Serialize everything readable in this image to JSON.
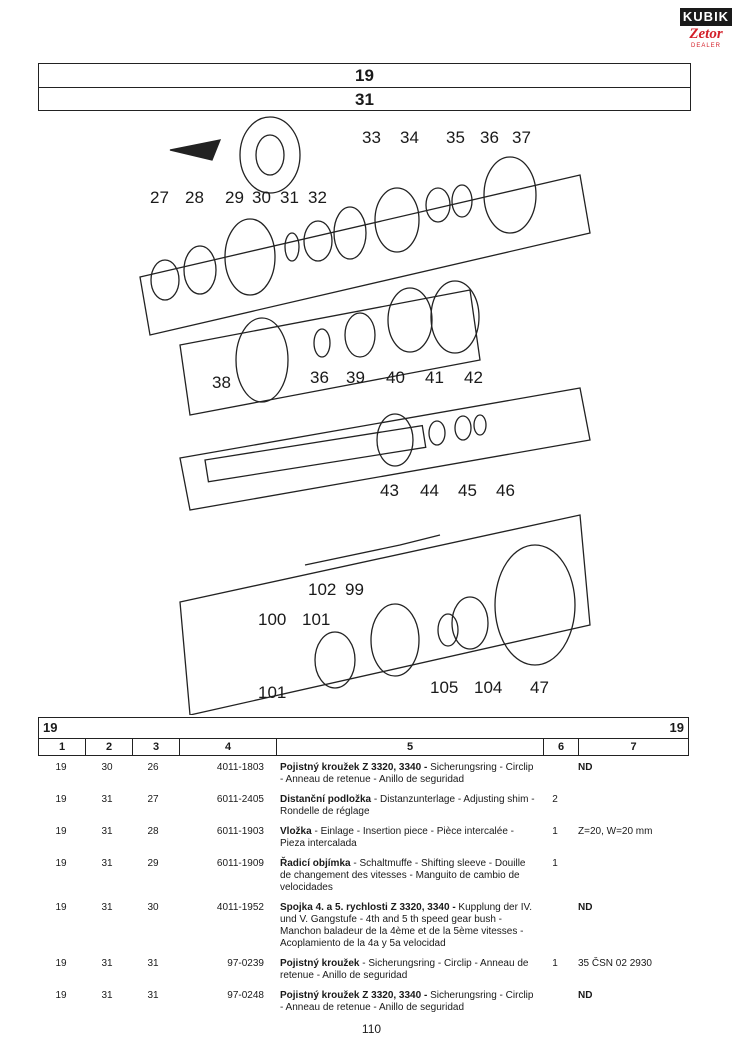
{
  "logo": {
    "brand": "KUBIK",
    "script": "Zetor",
    "sub": "DEALER"
  },
  "header": {
    "group": "19",
    "subgroup": "31"
  },
  "diagram": {
    "callouts": [
      "27",
      "28",
      "29",
      "30",
      "31",
      "32",
      "33",
      "34",
      "35",
      "36",
      "37",
      "38",
      "36",
      "39",
      "40",
      "41",
      "42",
      "43",
      "44",
      "45",
      "46",
      "102",
      "99",
      "100",
      "101",
      "101",
      "105",
      "104",
      "47"
    ]
  },
  "table": {
    "left_group": "19",
    "right_group": "19",
    "columns": [
      "1",
      "2",
      "3",
      "4",
      "5",
      "6",
      "7"
    ],
    "rows": [
      {
        "c1": "19",
        "c2": "30",
        "c3": "26",
        "part": "4011-1803",
        "name": "Pojistný kroužek Z 3320, 3340 -",
        "desc": " Sicherungsring - Circlip - Anneau de retenue - Anillo de seguridad",
        "qty": "",
        "note": "ND"
      },
      {
        "c1": "19",
        "c2": "31",
        "c3": "27",
        "part": "6011-2405",
        "name": "Distanční podložka",
        "desc": " - Distanzunterlage - Adjusting shim - Rondelle de réglage",
        "qty": "2",
        "note": ""
      },
      {
        "c1": "19",
        "c2": "31",
        "c3": "28",
        "part": "6011-1903",
        "name": "Vložka",
        "desc": " - Einlage - Insertion piece - Pièce intercalée - Pieza intercalada",
        "qty": "1",
        "note": "Z=20, W=20 mm"
      },
      {
        "c1": "19",
        "c2": "31",
        "c3": "29",
        "part": "6011-1909",
        "name": "Řadicí objímka",
        "desc": " - Schaltmuffe - Shifting sleeve - Douille de changement des vitesses - Manguito de cambio de velocidades",
        "qty": "1",
        "note": ""
      },
      {
        "c1": "19",
        "c2": "31",
        "c3": "30",
        "part": "4011-1952",
        "name": "Spojka 4. a 5. rychlosti Z 3320, 3340 -",
        "desc": " Kupplung der IV. und V. Gangstufe - 4th and 5 th speed gear bush - Manchon baladeur de la 4ème et de la 5ème vitesses - Acoplamiento de la 4a y 5a velocidad",
        "qty": "",
        "note": "ND"
      },
      {
        "c1": "19",
        "c2": "31",
        "c3": "31",
        "part": "97-0239",
        "name": "Pojistný kroužek",
        "desc": " - Sicherungsring - Circlip - Anneau de retenue - Anillo de seguridad",
        "qty": "1",
        "note": "35 ČSN 02 2930"
      },
      {
        "c1": "19",
        "c2": "31",
        "c3": "31",
        "part": "97-0248",
        "name": "Pojistný kroužek Z 3320, 3340 -",
        "desc": " Sicherungsring - Circlip - Anneau de retenue - Anillo de seguridad",
        "qty": "",
        "note": "ND"
      }
    ]
  },
  "page_number": "110"
}
